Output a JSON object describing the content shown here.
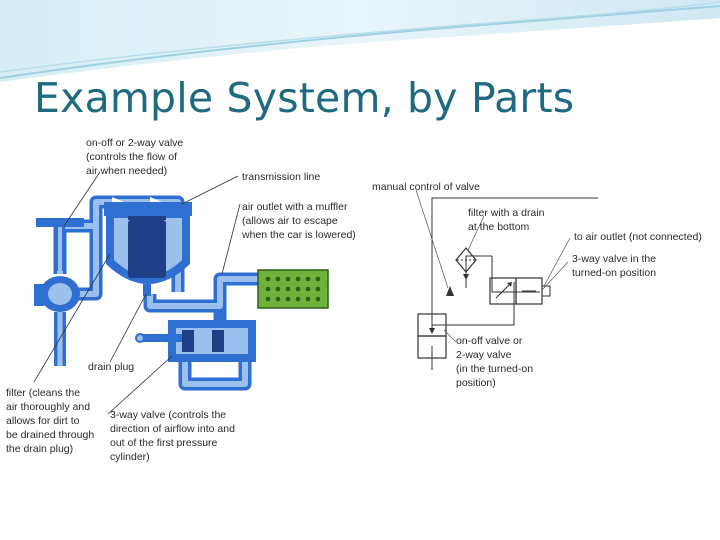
{
  "slide": {
    "title": "Example System, by Parts"
  },
  "left_diagram": {
    "labels": {
      "onoff_valve": [
        "on-off or 2-way valve",
        "(controls the flow of",
        "air when needed)"
      ],
      "transmission_line": [
        "transmission line"
      ],
      "air_outlet": [
        "air outlet with a muffler",
        "(allows air to escape",
        "when the car is lowered)"
      ],
      "drain_plug": [
        "drain plug"
      ],
      "filter": [
        "filter (cleans the",
        "air thoroughly and",
        "allows for dirt to",
        "be drained through",
        "the drain plug)"
      ],
      "three_way_valve": [
        "3-way valve (controls the",
        "direction of airflow into and",
        "out of the first pressure",
        "cylinder)"
      ]
    }
  },
  "right_diagram": {
    "labels": {
      "manual_control": [
        "manual control of valve"
      ],
      "filter_drain": [
        "filter with a drain",
        "at the bottom"
      ],
      "to_air_outlet": [
        "to air outlet (not connected)"
      ],
      "three_way": [
        "3-way valve in the",
        "turned-on position"
      ],
      "onoff": [
        "on-off valve or",
        "2-way valve",
        "(in the turned-on",
        "position)"
      ]
    }
  },
  "colors": {
    "title": "#1f6a80",
    "pipe": "#2f6fd1",
    "fill": "#9cc0ee",
    "muffler": "#6fb13a",
    "banner": "#bfe2ef"
  }
}
